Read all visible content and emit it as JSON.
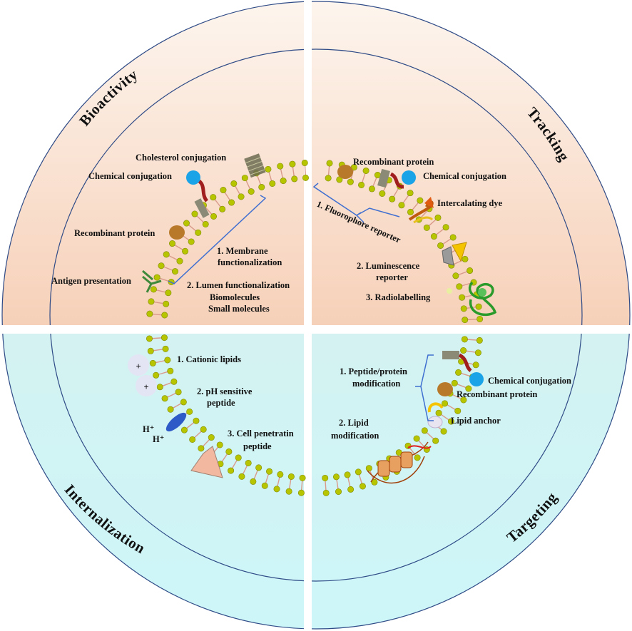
{
  "quadrants": {
    "top_left": "Bioactivity",
    "top_right": "Tracking",
    "bottom_left": "Internalization",
    "bottom_right": "Targeting"
  },
  "bioactivity": {
    "cholesterol": "Cholesterol conjugation",
    "chemical": "Chemical conjugation",
    "recombinant": "Recombinant protein",
    "antigen": "Antigen presentation",
    "membrane_1": "1. Membrane",
    "membrane_2": "functionalization",
    "lumen_1": "2. Lumen functionalization",
    "lumen_2": "Biomolecules",
    "lumen_3": "Small molecules"
  },
  "tracking": {
    "recombinant": "Recombinant protein",
    "chemical": "Chemical conjugation",
    "intercalating": "Intercalating dye",
    "fluorophore": "1. Fluorophore reporter",
    "luminescence_1": "2. Luminescence",
    "luminescence_2": "reporter",
    "radiolabelling": "3. Radiolabelling"
  },
  "internalization": {
    "cationic": "1. Cationic lipids",
    "ph_1": "2. pH sensitive",
    "ph_2": "peptide",
    "cpp_1": "3. Cell penetratin",
    "cpp_2": "peptide",
    "plus": "+",
    "hplus": "H⁺"
  },
  "targeting": {
    "peptide_1": "1.    Peptide/protein",
    "peptide_2": "modification",
    "chemical": "Chemical conjugation",
    "recombinant": "Recombinant protein",
    "anchor": "Lipid anchor",
    "lipid_1": "2. Lipid",
    "lipid_2": "modification"
  },
  "colors": {
    "top_gradient_start": "#fdf3ea",
    "top_gradient_end": "#f2b899",
    "bottom_gradient_start": "#dff2ea",
    "bottom_gradient_end": "#cff6f8",
    "circle_stroke": "#2e4a86",
    "lipid_head": "#b7c400",
    "bracket": "#3f6fd0"
  }
}
